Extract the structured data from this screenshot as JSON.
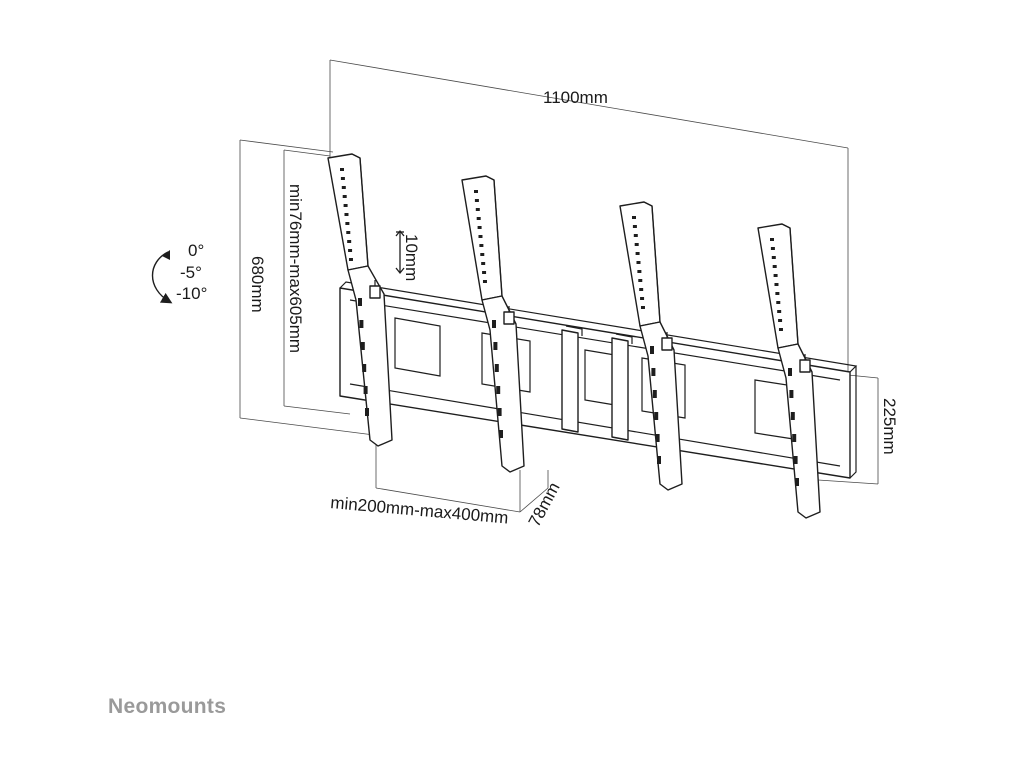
{
  "labels": {
    "width": "1100mm",
    "height": "680mm",
    "adjust_range": "min76mm-max605mm",
    "step": "10mm",
    "frame_height": "225mm",
    "depth": "78mm",
    "spacing": "min200mm-max400mm",
    "tilt_0": "0°",
    "tilt_5": "-5°",
    "tilt_10": "-10°"
  },
  "brand": "Neomounts",
  "colors": {
    "line": "#1e1e1e",
    "brand": "#9a9a9a"
  }
}
